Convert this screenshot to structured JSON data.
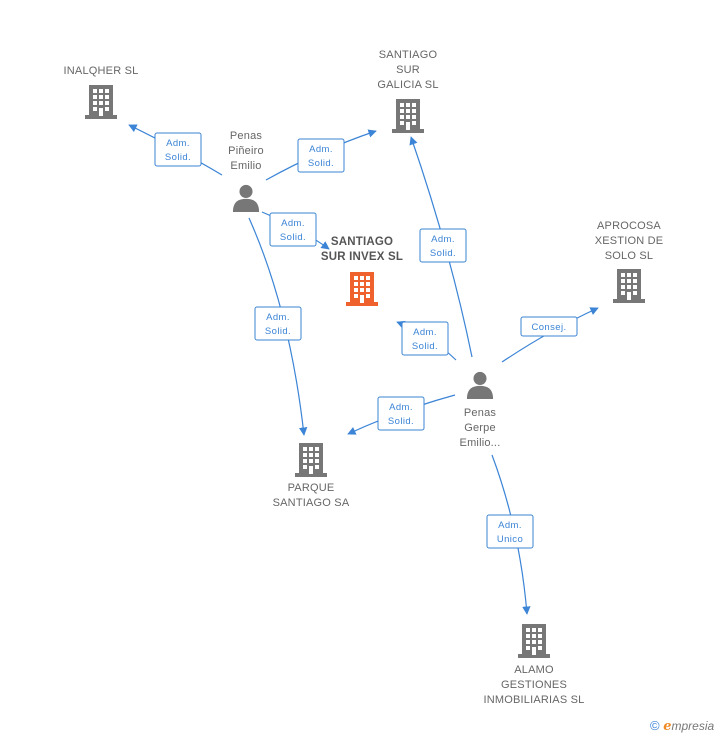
{
  "colors": {
    "edge": "#3b84d6",
    "company_icon": "#777777",
    "main_company_icon": "#f0622d",
    "person_icon": "#777777",
    "label": "#666666"
  },
  "nodes": [
    {
      "id": "inalqher",
      "type": "company",
      "lines": [
        "INALQHER  SL"
      ]
    },
    {
      "id": "santiago_sur_galicia",
      "type": "company",
      "lines": [
        "SANTIAGO",
        "SUR",
        "GALICIA SL"
      ]
    },
    {
      "id": "santiago_sur_invex",
      "type": "company",
      "main": true,
      "lines": [
        "SANTIAGO",
        "SUR INVEX SL"
      ]
    },
    {
      "id": "aprocosa",
      "type": "company",
      "lines": [
        "APROCOSA",
        "XESTION DE",
        "SOLO SL"
      ]
    },
    {
      "id": "parque_santiago",
      "type": "company",
      "lines": [
        "PARQUE",
        "SANTIAGO SA"
      ]
    },
    {
      "id": "alamo",
      "type": "company",
      "lines": [
        "ALAMO",
        "GESTIONES",
        "INMOBILIARIAS SL"
      ]
    },
    {
      "id": "penas_pineiro",
      "type": "person",
      "lines": [
        "Penas",
        "Piñeiro",
        "Emilio"
      ]
    },
    {
      "id": "penas_gerpe",
      "type": "person",
      "lines": [
        "Penas",
        "Gerpe",
        "Emilio..."
      ]
    }
  ],
  "edges": [
    {
      "from": "penas_pineiro",
      "to": "inalqher",
      "label": [
        "Adm.",
        "Solid."
      ]
    },
    {
      "from": "penas_pineiro",
      "to": "santiago_sur_galicia",
      "label": [
        "Adm.",
        "Solid."
      ]
    },
    {
      "from": "penas_pineiro",
      "to": "santiago_sur_invex",
      "label": [
        "Adm.",
        "Solid."
      ]
    },
    {
      "from": "penas_pineiro",
      "to": "parque_santiago",
      "label": [
        "Adm.",
        "Solid."
      ]
    },
    {
      "from": "penas_gerpe",
      "to": "santiago_sur_galicia",
      "label": [
        "Adm.",
        "Solid."
      ]
    },
    {
      "from": "penas_gerpe",
      "to": "santiago_sur_invex",
      "label": [
        "Adm.",
        "Solid."
      ]
    },
    {
      "from": "penas_gerpe",
      "to": "aprocosa",
      "label": [
        "Consej."
      ]
    },
    {
      "from": "penas_gerpe",
      "to": "parque_santiago",
      "label": [
        "Adm.",
        "Solid."
      ]
    },
    {
      "from": "penas_gerpe",
      "to": "alamo",
      "label": [
        "Adm.",
        "Unico"
      ]
    }
  ],
  "footer": {
    "copyright": "©",
    "brand_initial": "e",
    "brand_rest": "mpresia"
  }
}
